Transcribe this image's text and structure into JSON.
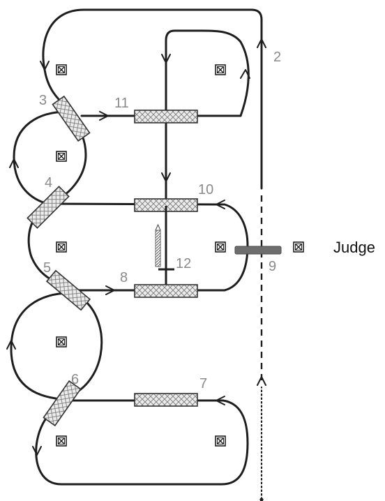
{
  "labels": {
    "n2": "2",
    "n3": "3",
    "n4": "4",
    "n5": "5",
    "n6": "6",
    "n7": "7",
    "n8": "8",
    "n9": "9",
    "n10": "10",
    "n11": "11",
    "n12": "12",
    "judge": "Judge"
  },
  "colors": {
    "path": "#1e1e1e",
    "number": "#8a8a8a",
    "obstacle_fill": "#e6e6e6",
    "gate_9": "#6e6e6e"
  },
  "icons": {
    "cone_marker": "boxed-x-icon"
  }
}
